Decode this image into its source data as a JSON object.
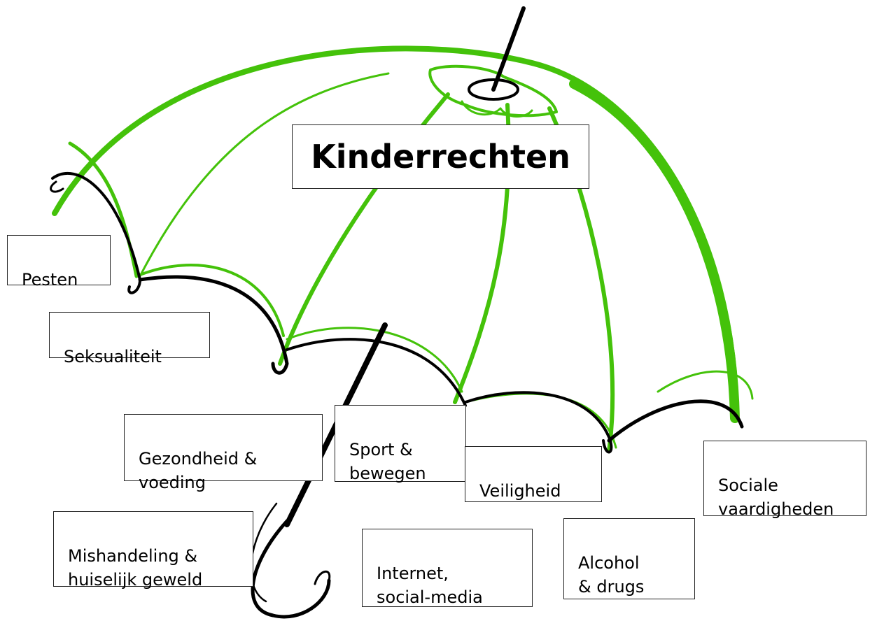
{
  "title": "Kinderrechten",
  "topics": {
    "pesten": "Pesten",
    "seksualiteit": "Seksualiteit",
    "gezondheid": "Gezondheid &\nvoeding",
    "sport": "Sport &\nbewegen",
    "veiligheid": "Veiligheid",
    "sociale": "Sociale\nvaardigheden",
    "mishandeling": "Mishandeling &\nhuiselijk geweld",
    "internet": "Internet,\nsocial-media",
    "alcohol": "Alcohol\n& drugs"
  },
  "colors": {
    "canopy": "#44c20a",
    "ink": "#000000"
  }
}
